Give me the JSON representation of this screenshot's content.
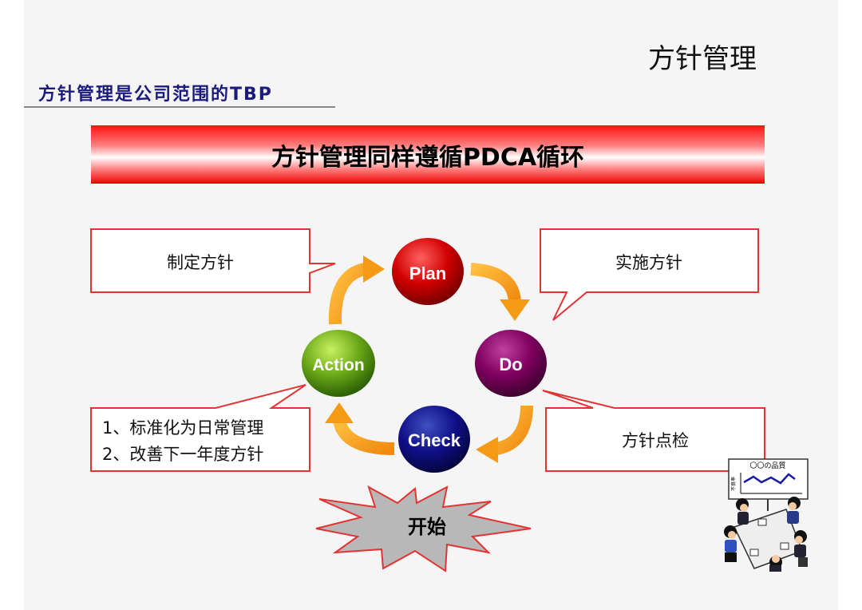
{
  "slide": {
    "title": "方针管理",
    "subtitle": "方针管理是公司范围的TBP",
    "banner": "方针管理同样遵循PDCA循环"
  },
  "cycle": {
    "plan": "Plan",
    "do": "Do",
    "check": "Check",
    "action": "Action"
  },
  "callouts": {
    "plan": "制定方针",
    "do": "实施方针",
    "check": "方针点检",
    "action_line1": "1、标准化为日常管理",
    "action_line2": "2、改善下一年度方针"
  },
  "start_label": "开始",
  "illustration": {
    "board_title": "〇〇の品質",
    "board_axis": "不良率"
  },
  "colors": {
    "plan": "#c80000",
    "do": "#7a0a5a",
    "check": "#101070",
    "action": "#5aa010",
    "arrow": "#f7a21b",
    "callout_border": "#e33333",
    "subtitle": "#1a1a80"
  }
}
